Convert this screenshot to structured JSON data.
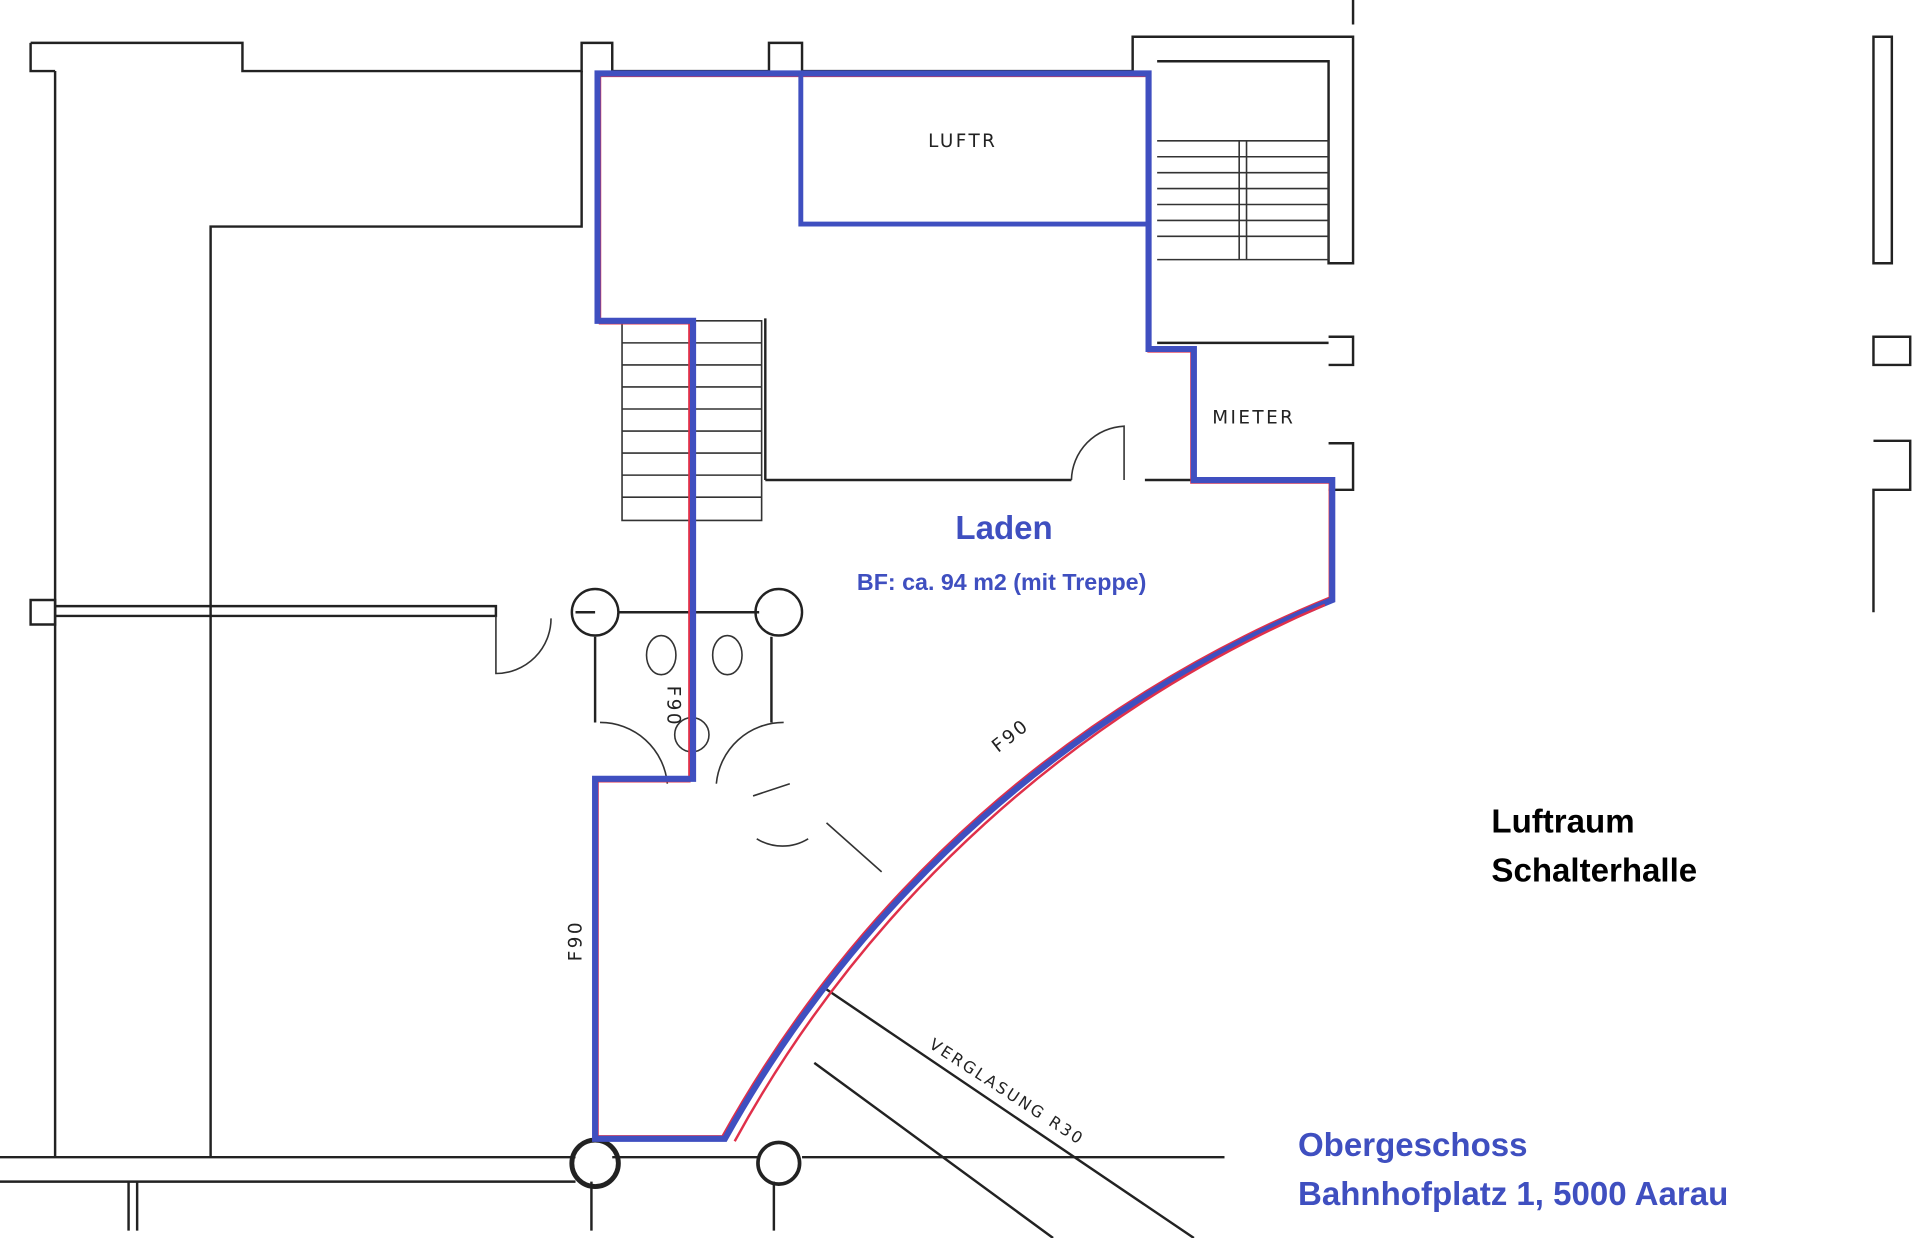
{
  "plan": {
    "room_labels": {
      "luftr": "LUFTR",
      "mieter": "MIETER"
    },
    "fire_ratings": [
      "F90",
      "F90",
      "F90"
    ],
    "glazing": "VERGLASUNG R30",
    "shop": {
      "name": "Laden",
      "area": "BF: ca. 94 m2 (mit Treppe)"
    },
    "void": {
      "line1": "Luftraum",
      "line2": "Schalterhalle"
    },
    "footer": {
      "floor": "Obergeschoss",
      "address": "Bahnhofplatz 1, 5000 Aarau"
    },
    "colors": {
      "outline_blue": "#3f4fc0",
      "outline_red": "#e0304a"
    }
  }
}
